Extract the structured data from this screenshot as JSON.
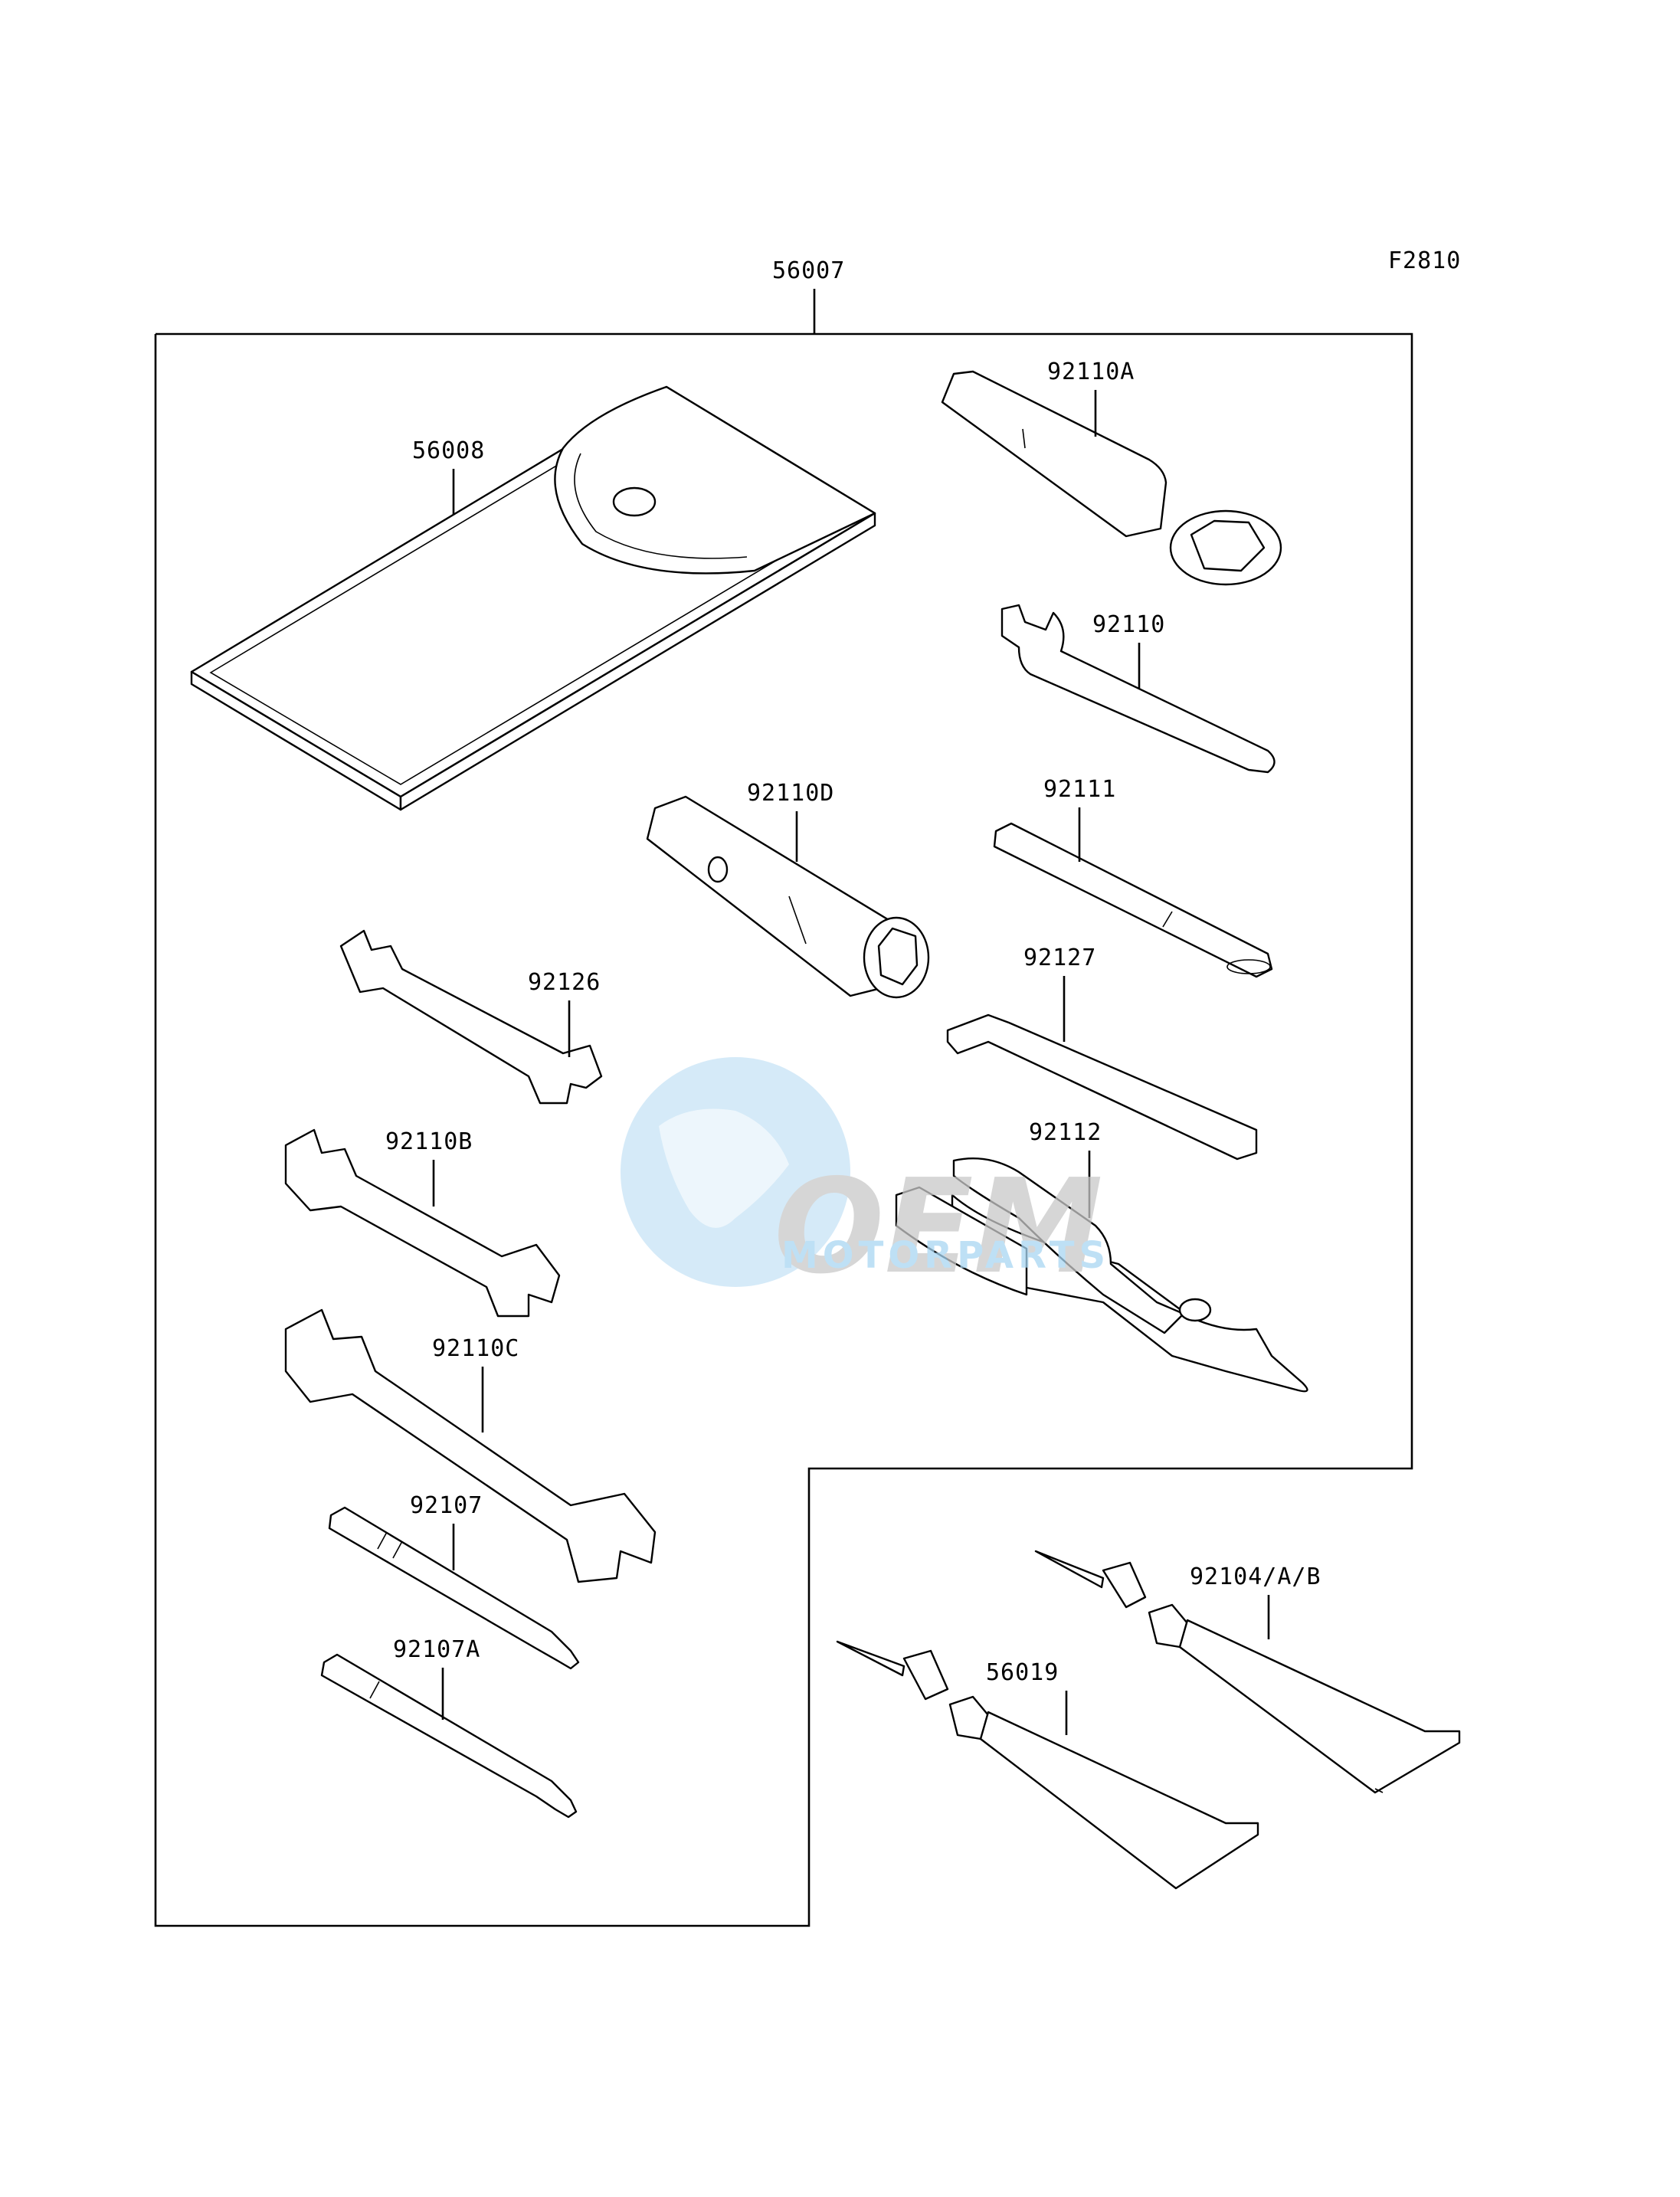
{
  "diagram": {
    "figure_code": "F2810",
    "kit_label": "56007",
    "labels": {
      "pouch": "56008",
      "ring_wrench": "92110A",
      "hook_wrench": "92110",
      "plug_wrench": "92110D",
      "extension_bar": "92111",
      "hex_key": "92127",
      "small_wrench": "92126",
      "pliers": "92112",
      "wrench_b": "92110B",
      "wrench_c": "92110C",
      "screwdriver": "92107",
      "screwdriver_a": "92107A",
      "grease_tube_b": "92104/A/B",
      "grease_tube": "56019"
    }
  },
  "watermark": {
    "line1": "OEM",
    "line2": "MOTORPARTS",
    "colors": {
      "globe": "#b9dcf3",
      "letters": "#c9c9c9",
      "accent": "#7fc2ea"
    }
  }
}
